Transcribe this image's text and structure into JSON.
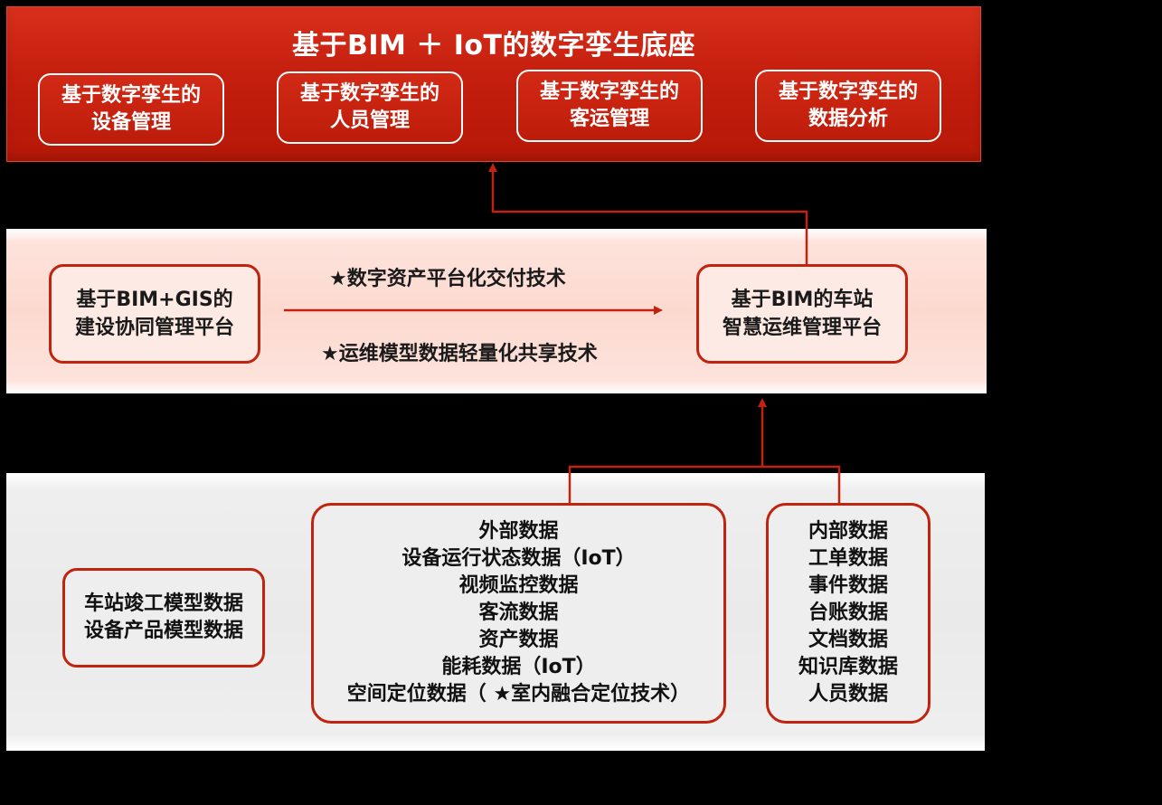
{
  "top": {
    "title": "基于BIM ＋ IoT的数字孪生底座",
    "cards": [
      {
        "line1": "基于数字孪生的",
        "line2": "设备管理"
      },
      {
        "line1": "基于数字孪生的",
        "line2": "人员管理"
      },
      {
        "line1": "基于数字孪生的",
        "line2": "客运管理"
      },
      {
        "line1": "基于数字孪生的",
        "line2": "数据分析"
      }
    ]
  },
  "middle": {
    "left_platform": {
      "line1": "基于BIM+GIS的",
      "line2": "建设协同管理平台"
    },
    "right_platform": {
      "line1": "基于BIM的车站",
      "line2": "智慧运维管理平台"
    },
    "tech1": "★数字资产平台化交付技术",
    "tech2": "★运维模型数据轻量化共享技术"
  },
  "bottom": {
    "model_data": {
      "line1": "车站竣工模型数据",
      "line2": "设备产品模型数据"
    },
    "external_data": [
      "外部数据",
      "设备运行状态数据（IoT）",
      "视频监控数据",
      "客流数据",
      "资产数据",
      "能耗数据（IoT）",
      "空间定位数据（ ★室内融合定位技术）"
    ],
    "internal_data": [
      "内部数据",
      "工单数据",
      "事件数据",
      "台账数据",
      "文档数据",
      "知识库数据",
      "人员数据"
    ]
  },
  "colors": {
    "accent_red": "#c0230e",
    "top_band": "#c41e0e",
    "middle_band": "#fcd9cf",
    "bottom_band": "#eaeaea"
  }
}
